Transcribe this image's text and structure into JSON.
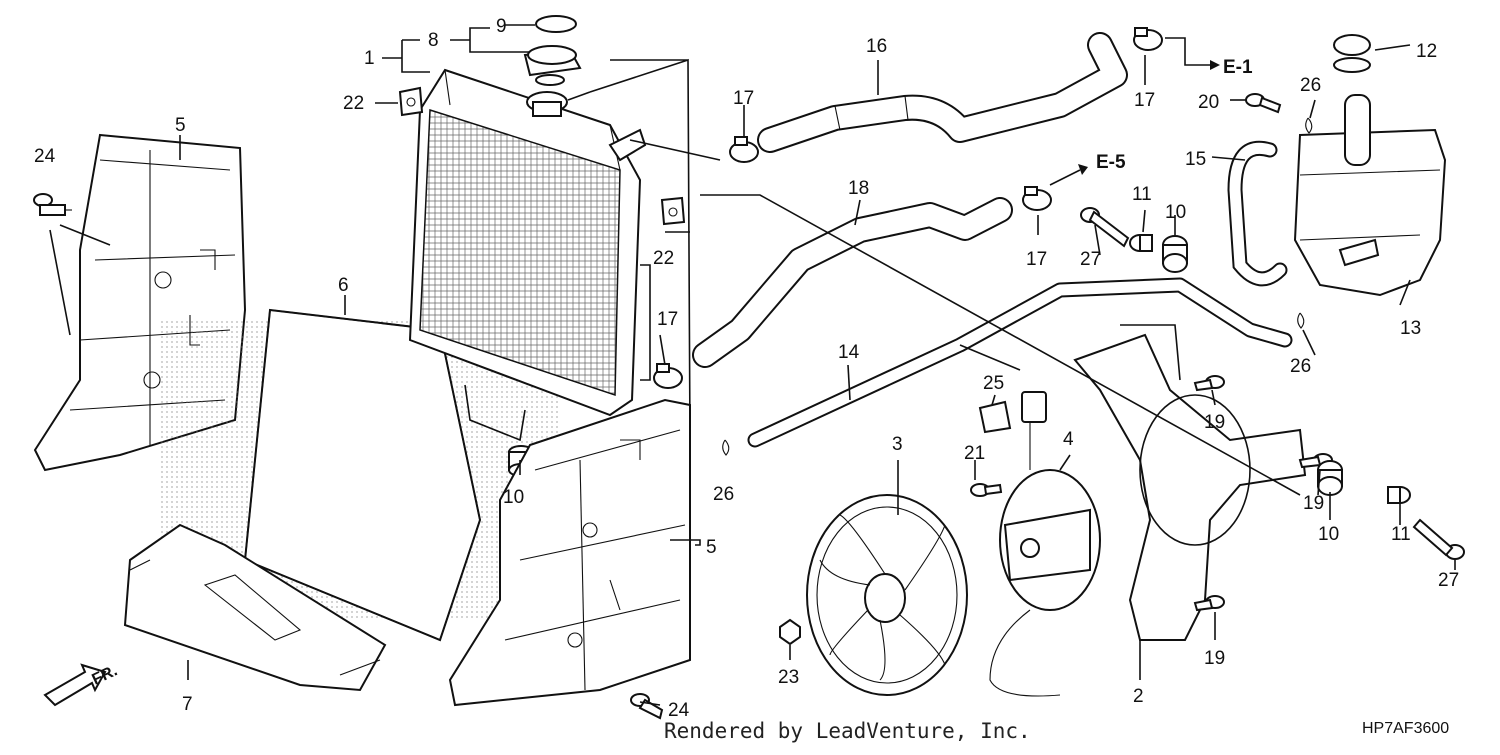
{
  "diagram": {
    "callouts": {
      "c1": "1",
      "c2": "2",
      "c3": "3",
      "c4": "4",
      "c5a": "5",
      "c5b": "5",
      "c6": "6",
      "c7": "7",
      "c8": "8",
      "c9": "9",
      "c10a": "10",
      "c10b": "10",
      "c10c": "10",
      "c11a": "11",
      "c11b": "11",
      "c12": "12",
      "c13": "13",
      "c14": "14",
      "c15": "15",
      "c16": "16",
      "c17a": "17",
      "c17b": "17",
      "c17c": "17",
      "c17d": "17",
      "c18": "18",
      "c19a": "19",
      "c19b": "19",
      "c19c": "19",
      "c20": "20",
      "c21": "21",
      "c22a": "22",
      "c22b": "22",
      "c23": "23",
      "c24a": "24",
      "c24b": "24",
      "c25": "25",
      "c26a": "26",
      "c26b": "26",
      "c26c": "26",
      "c27a": "27",
      "c27b": "27"
    },
    "refs": {
      "e1": "E-1",
      "e5": "E-5",
      "front": "FR."
    },
    "footer_text": "Rendered by LeadVenture, Inc.",
    "diagram_code": "HP7AF3600",
    "colors": {
      "ink": "#111111",
      "background": "#ffffff",
      "mesh": "#888888"
    }
  }
}
